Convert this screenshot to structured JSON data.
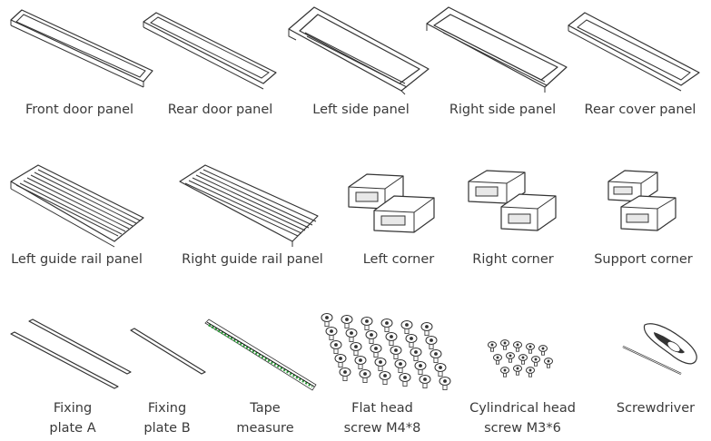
{
  "parts": {
    "front_door_panel": {
      "label": "Front door panel"
    },
    "rear_door_panel": {
      "label": "Rear door panel"
    },
    "left_side_panel": {
      "label": "Left side panel"
    },
    "right_side_panel": {
      "label": "Right side panel"
    },
    "rear_cover_panel": {
      "label": "Rear cover panel"
    },
    "left_guide_rail_panel": {
      "label": "Left guide rail panel"
    },
    "right_guide_rail_panel": {
      "label": "Right guide rail panel"
    },
    "left_corner": {
      "label": "Left corner"
    },
    "right_corner": {
      "label": "Right corner"
    },
    "support_corner": {
      "label": "Support corner"
    },
    "fixing_plate_a": {
      "line1": "Fixing",
      "line2": "plate A"
    },
    "fixing_plate_b": {
      "line1": "Fixing",
      "line2": "plate B"
    },
    "tape_measure": {
      "line1": "Tape",
      "line2": "measure"
    },
    "flat_head_screw": {
      "line1": "Flat head",
      "line2": "screw M4*8"
    },
    "cylindrical_head_screw": {
      "line1": "Cylindrical head",
      "line2": "screw M3*6"
    },
    "screwdriver": {
      "label": "Screwdriver"
    }
  },
  "colors": {
    "line": "#333333",
    "text": "#3a3a3a",
    "tape_green": "#2e9e3a"
  }
}
